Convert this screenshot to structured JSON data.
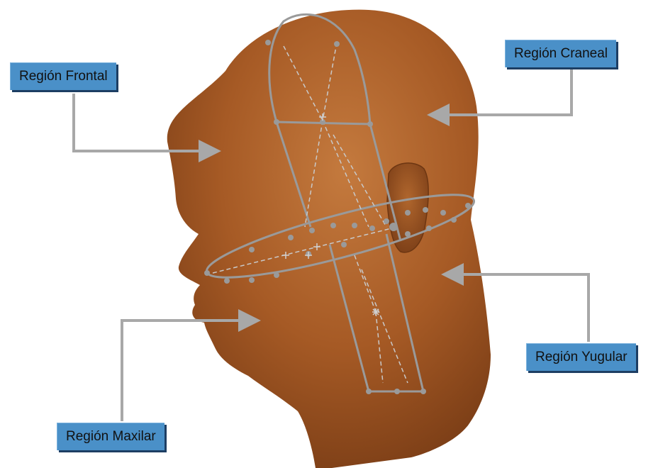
{
  "labels": {
    "frontal": "Región Frontal",
    "craneal": "Región Craneal",
    "yugular": "Región Yugular",
    "maxilar": "Región Maxilar"
  },
  "colors": {
    "skin": "#a65a25",
    "skin_light": "#c47a3e",
    "skin_dark": "#7a3d16",
    "wireframe": "#9a9a9a",
    "connector": "#a8a8a8",
    "label_bg": "#4a90c8",
    "label_shadow": "#1d3e63"
  }
}
